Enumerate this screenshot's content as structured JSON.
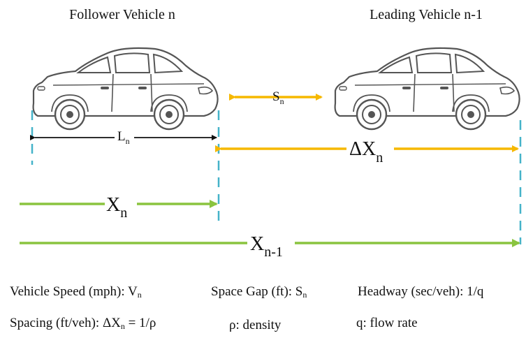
{
  "vehicles": {
    "follower": {
      "label": "Follower Vehicle n"
    },
    "leader": {
      "label": "Leading Vehicle n-1"
    }
  },
  "dimensions": {
    "space_gap": {
      "base": "S",
      "sub": "n"
    },
    "length": {
      "base": "L",
      "sub": "n"
    },
    "spacing": {
      "base": "ΔX",
      "sub": "n"
    },
    "follower_position": {
      "base": "X",
      "sub": "n"
    },
    "leader_position": {
      "base": "X",
      "sub": "n-1"
    }
  },
  "legend": {
    "speed": {
      "text": "Vehicle Speed (mph): V",
      "sub": "n"
    },
    "gap": {
      "text": "Space Gap (ft): S",
      "sub": "n"
    },
    "headway": {
      "text": "Headway (sec/veh): 1/q"
    },
    "spacing": {
      "text": "Spacing (ft/veh): ΔX",
      "sub": "n",
      "suffix": " = 1/ρ"
    },
    "density": {
      "text": "ρ: density"
    },
    "flow": {
      "text": "q: flow rate"
    }
  },
  "colors": {
    "dimension_arrow": "#f6b800",
    "position_arrow": "#8ac43f",
    "reference_line": "#45b3c9",
    "car_outline": "#555555",
    "text": "#111111"
  }
}
